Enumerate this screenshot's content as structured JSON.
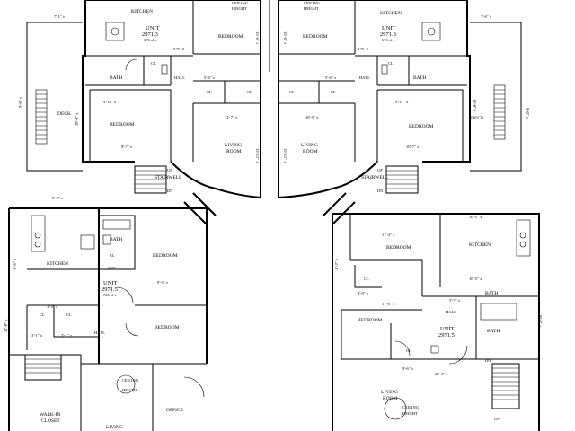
{
  "rooms": {
    "kitchen_tl": "KITCHEN",
    "kitchen_tr": "KITCHEN",
    "ceiling_tl": [
      "CEILING",
      "HEIGHT"
    ],
    "ceiling_tr": [
      "CEILING",
      "HEIGHT"
    ],
    "bedroom_top_l": "BEDROOM",
    "bedroom_top_r": "BEDROOM",
    "bath_tl": "BATH",
    "bath_tr": "BATH",
    "hall_tl": "HALL",
    "hall_tr": "HALL",
    "cl_1": "CL",
    "cl_2": "CL",
    "cl_3": "CL",
    "cl_4": "CL",
    "cl_5": "CL",
    "cl_6": "CL",
    "bedroom_mid_l": "BEDROOM",
    "bedroom_mid_r": "BEDROOM",
    "deck_l": "DECK",
    "deck_r": "DECK",
    "living_l": [
      "LIVING",
      "ROOM"
    ],
    "living_r": [
      "LIVING",
      "ROOM"
    ],
    "stairwell_l": "STAIRWELL",
    "stairwell_r": "STAIRWELL",
    "up_l": "UP",
    "dn_l": "DN",
    "up_r": "UP",
    "dn_r": "DN",
    "kitchen_bl": "KITCHEN",
    "bath_bl": "BATH",
    "bedroom_bl1": "BEDROOM",
    "bedroom_bl2": "BEDROOM",
    "hall_bl": "HALL",
    "cl_bl1": "CL",
    "cl_bl2": "CL",
    "cl_bl3": "CL",
    "walkin": [
      "WALK-IN",
      "CLOSET"
    ],
    "ceiling_bl": [
      "CEILING",
      "HEIGHT"
    ],
    "office": "OFFICE",
    "living_bl": "LIVING",
    "bedroom_br1": "BEDROOM",
    "kitchen_br": "KITCHEN",
    "bath_br1": "BATH",
    "bath_br2": "BATH",
    "hall_br": "HALL",
    "bedroom_br2": "BEDROOM",
    "cl_br1": "CL",
    "cl_br2": "CL",
    "living_br": [
      "LIVING",
      "ROOM"
    ],
    "ceiling_br": [
      "CEILING",
      "HEIGHT"
    ],
    "dn_br": "DN",
    "up_br": "UP"
  },
  "units": {
    "tl": [
      "UNIT",
      "2971.3",
      "676 sf ±"
    ],
    "tr": [
      "UNIT",
      "2971.3",
      "676 sf ±"
    ],
    "bl": [
      "UNIT",
      "2971.5",
      "726 sf ±"
    ],
    "br": [
      "UNIT",
      "2971.5"
    ]
  },
  "dims": {
    "d1": "7'-1\" ±",
    "d2": "7'-6\" ±",
    "d3": "9'-6\" ±",
    "d4": "9'-6\" ±",
    "d5": "15'-6\" ±",
    "d6": "15'-6\" ±",
    "d7": "5'-6\" ±",
    "d8": "5'-6\" ±",
    "d9": "9'-11\" ±",
    "d10": "9'-11\" ±",
    "d11": "8'-7\" ±",
    "d12": "10'-7\" ±",
    "d13": "12'-7\" ±",
    "d14": "10'-5\" ±",
    "d15": "15'-11\" ±",
    "d16": "15'-11\" ±",
    "d17": "9'-0\" ±",
    "d18": "9'-0\" ±",
    "d19": "19'-0\" ±",
    "d20": "19'-0\" ±",
    "d21": "9'-0\" ±",
    "d22": "10'-5\" ±",
    "d23": "6'-8\" ±",
    "d24": "9'-5\" ±",
    "d25": "11'-4\" ±",
    "d26": "10'-5\" ±",
    "d27": "4'-0\" ±",
    "d28": "5'-7\" ±",
    "d29": "17'-0\" ±",
    "d30": "3'-1\" ±",
    "d31": "3'-1\" ±",
    "d32": "3'-4\" ±",
    "d33": "8'-6\" ±",
    "d34": "12'-0\" ±",
    "d35": "9'-6\" ±",
    "d36": "26'-3\" ±",
    "d37": "8'-2\" ±",
    "d38": "10'-0\" ±"
  }
}
